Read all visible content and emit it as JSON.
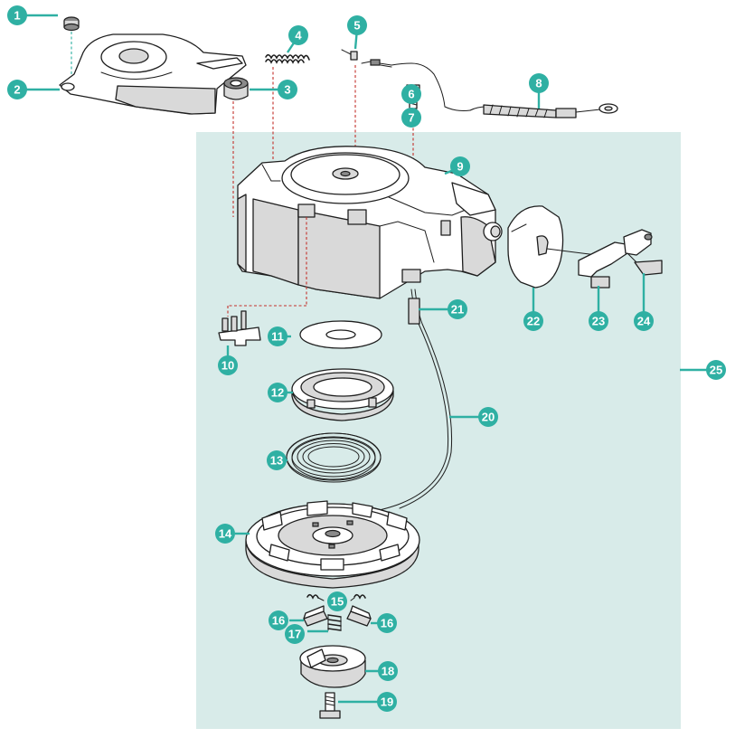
{
  "colors": {
    "accent": "#2fb0a3",
    "panel": "#d8ebe9",
    "guide": "#c4302b",
    "outline": "#1e1e1e"
  },
  "callouts": {
    "c1": "1",
    "c2": "2",
    "c3": "3",
    "c4": "4",
    "c5": "5",
    "c6": "6",
    "c7": "7",
    "c8": "8",
    "c9": "9",
    "c10": "10",
    "c11": "11",
    "c12": "12",
    "c13": "13",
    "c14": "14",
    "c15": "15",
    "c16a": "16",
    "c16b": "16",
    "c17": "17",
    "c18": "18",
    "c19": "19",
    "c20": "20",
    "c21": "21",
    "c22": "22",
    "c23": "23",
    "c24": "24",
    "c25": "25"
  }
}
